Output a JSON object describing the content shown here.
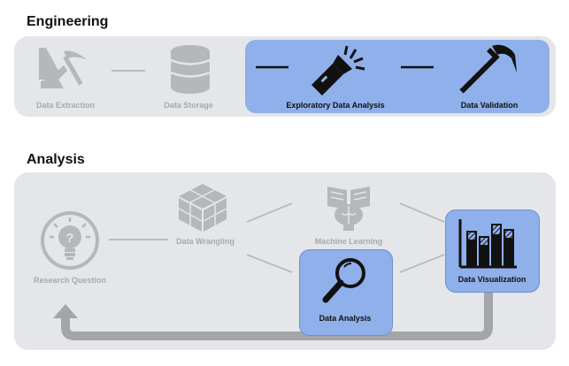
{
  "engineering": {
    "title": "Engineering",
    "steps": [
      {
        "label": "Data Extraction",
        "icon": "pickaxe-icon",
        "highlighted": false
      },
      {
        "label": "Data Storage",
        "icon": "database-icon",
        "highlighted": false
      },
      {
        "label": "Exploratory Data Analysis",
        "icon": "flashlight-icon",
        "highlighted": true
      },
      {
        "label": "Data Validation",
        "icon": "hammer-icon",
        "highlighted": true
      }
    ]
  },
  "analysis": {
    "title": "Analysis",
    "steps": [
      {
        "label": "Research Question",
        "icon": "lightbulb-question-icon",
        "highlighted": false
      },
      {
        "label": "Data Wrangling",
        "icon": "cube-icon",
        "highlighted": false
      },
      {
        "label": "Machine Learning",
        "icon": "brain-book-icon",
        "highlighted": false
      },
      {
        "label": "Data Analysis",
        "icon": "magnifier-icon",
        "highlighted": true
      },
      {
        "label": "Data Visualization",
        "icon": "bar-chart-icon",
        "highlighted": true
      }
    ]
  },
  "colors": {
    "panel": "#e4e6ea",
    "highlight": "#8fb0ea",
    "dim_icon": "#b5b7bb",
    "dim_text": "#a7a9ad",
    "connector": "#b9bbbf",
    "loop_arrow": "#a3a5a9"
  }
}
